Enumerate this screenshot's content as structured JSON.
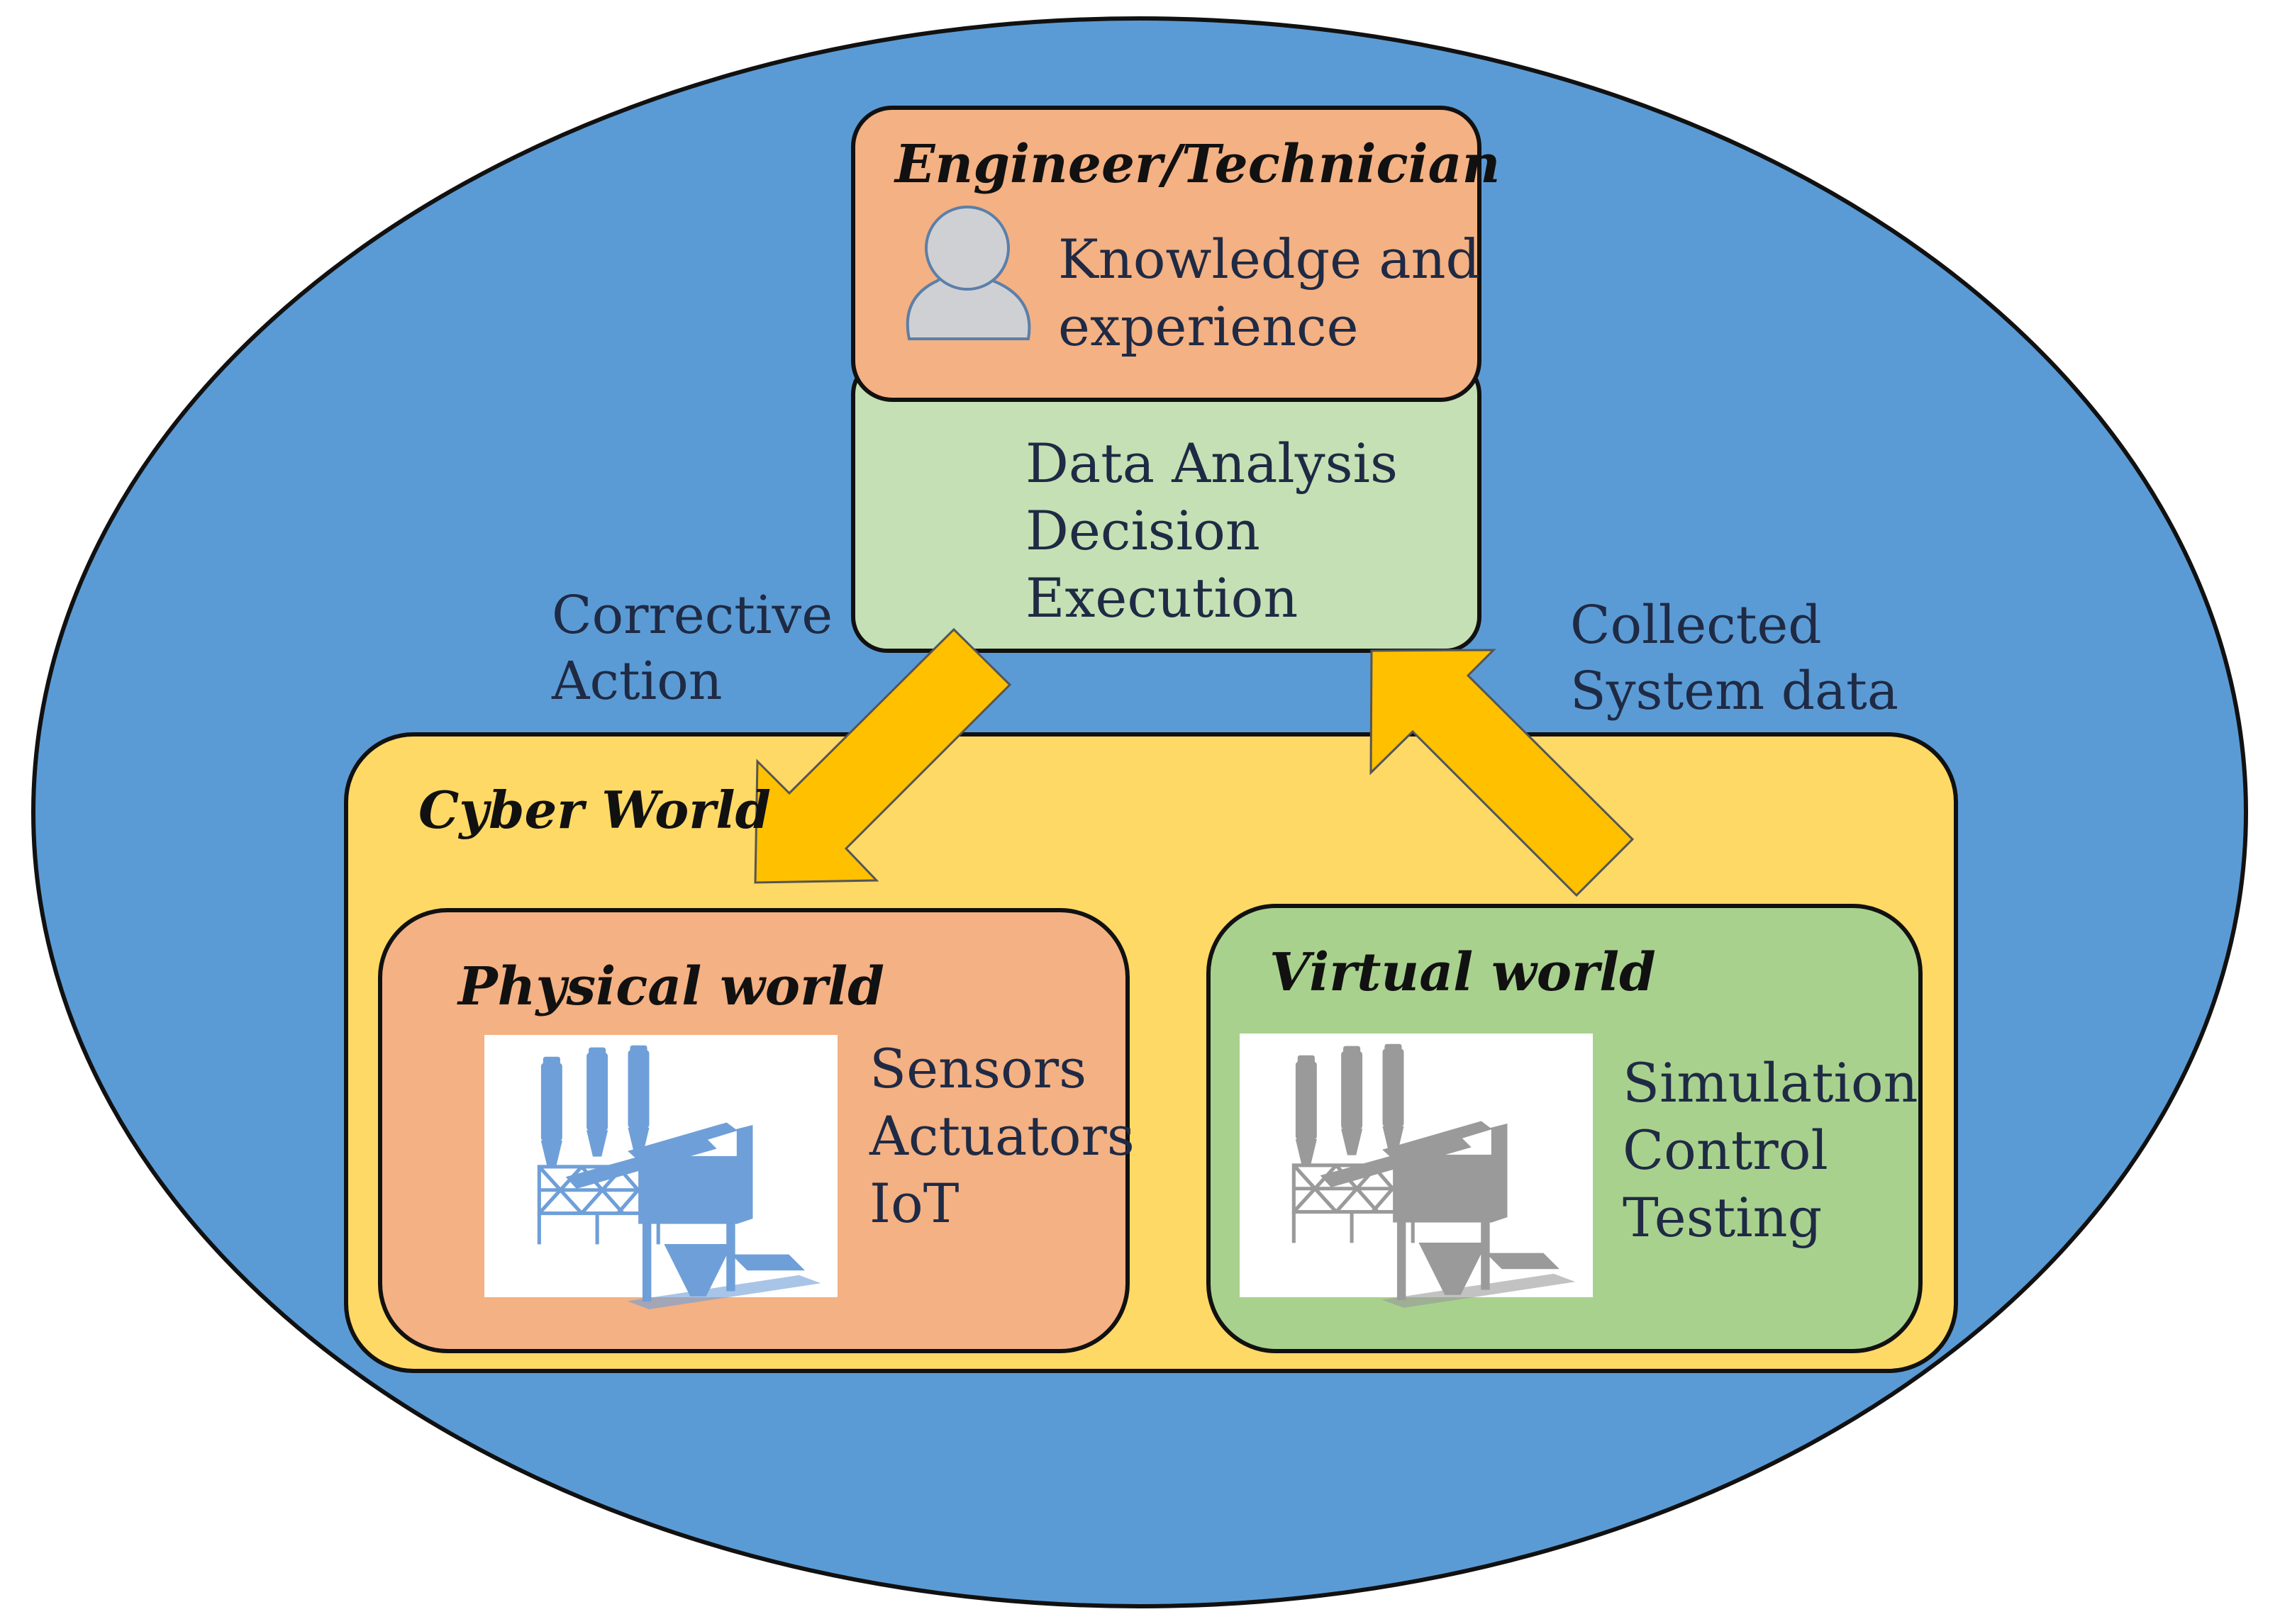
{
  "engineer": {
    "title": "Engineer/Technician",
    "lines": [
      "Knowledge and",
      "experience"
    ],
    "icon": "person-icon"
  },
  "analysis": {
    "lines": [
      "Data Analysis",
      "Decision",
      "Execution"
    ]
  },
  "arrows": {
    "corrective": [
      "Corrective",
      "Action"
    ],
    "collected": [
      "Collected",
      "System data"
    ]
  },
  "cyber": {
    "title": "Cyber World"
  },
  "physical": {
    "title": "Physical world",
    "lines": [
      "Sensors",
      "Actuators",
      "IoT"
    ],
    "image": "batch-plant-blue"
  },
  "virtual": {
    "title": "Virtual world",
    "lines": [
      "Simulation",
      "Control",
      "Testing"
    ],
    "image": "batch-plant-gray"
  },
  "colors": {
    "outer_ellipse": "#5b9bd5",
    "cyber_box": "#ffd966",
    "physical_box": "#f4b183",
    "virtual_box": "#a9d18e",
    "analysis_box": "#c5e0b4",
    "engineer_box": "#f4b183",
    "arrow": "#ffc000",
    "plant_blue": "#6f9fd8",
    "plant_gray": "#9a9a9a"
  }
}
